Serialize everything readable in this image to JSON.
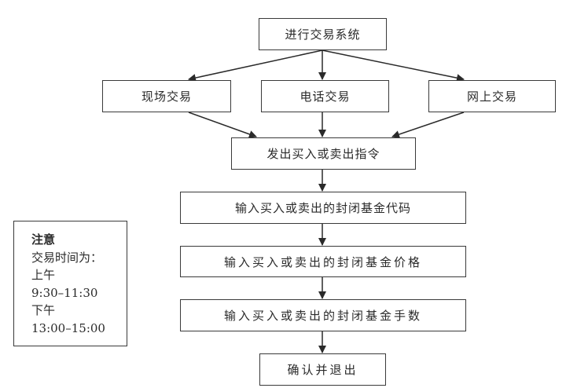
{
  "flowchart": {
    "start": "进行交易系统",
    "channels": [
      "现场交易",
      "电话交易",
      "网上交易"
    ],
    "steps": [
      "发出买入或卖出指令",
      "输入买入或卖出的封闭基金代码",
      "输入买入或卖出的封闭基金价格",
      "输入买入或卖出的封闭基金手数",
      "确认并退出"
    ]
  },
  "note": {
    "title": "注意",
    "lines": [
      "交易时间为：",
      "上午",
      "9:30–11:30",
      "下午",
      "13:00–15:00"
    ]
  }
}
